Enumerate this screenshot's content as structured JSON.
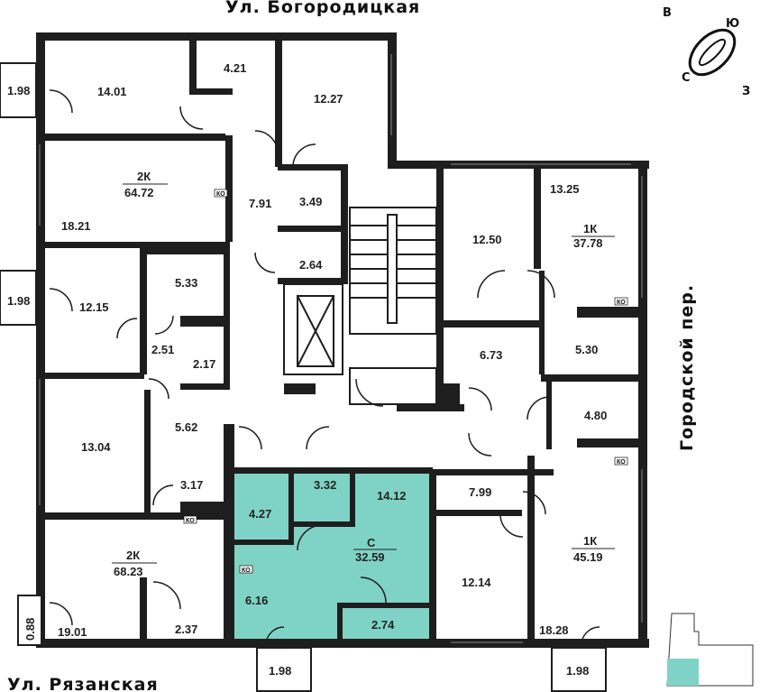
{
  "streets": {
    "top": "Ул. Богородицкая",
    "bottom": "Ул. Рязанская",
    "right": "Городской пер."
  },
  "compass": {
    "north": "С",
    "south": "Ю",
    "east": "В",
    "west": "З"
  },
  "colors": {
    "highlight": "#7fd3c6",
    "wall": "#1e1e1e"
  },
  "areas": {
    "balcony_tl": "1.98",
    "r_14_01": "14.01",
    "r_4_21": "4.21",
    "r_12_27": "12.27",
    "apt_2k_top": "2К",
    "apt_2k_top_area": "64.72",
    "r_18_21": "18.21",
    "r_7_91": "7.91",
    "r_3_49": "3.49",
    "r_2_64": "2.64",
    "balcony_ml": "1.98",
    "r_12_15": "12.15",
    "r_5_33": "5.33",
    "r_2_51": "2.51",
    "r_2_17": "2.17",
    "r_13_04": "13.04",
    "r_5_62": "5.62",
    "r_3_17": "3.17",
    "apt_2k_bot": "2К",
    "apt_2k_bot_area": "68.23",
    "balcony_bl": "0.88",
    "r_19_01": "19.01",
    "r_2_37": "2.37",
    "r_4_27": "4.27",
    "r_3_32": "3.32",
    "r_14_12": "14.12",
    "apt_s": "С",
    "apt_s_area": "32.59",
    "r_6_16": "6.16",
    "r_2_74": "2.74",
    "balcony_bc": "1.98",
    "r_12_50": "12.50",
    "r_13_25": "13.25",
    "apt_1k_top": "1К",
    "apt_1k_top_area": "37.78",
    "r_6_73": "6.73",
    "r_5_30": "5.30",
    "r_4_80": "4.80",
    "r_7_99": "7.99",
    "r_12_14": "12.14",
    "apt_1k_bot": "1К",
    "apt_1k_bot_area": "45.19",
    "r_18_28": "18.28",
    "balcony_br": "1.98"
  },
  "ko_label": "КО"
}
